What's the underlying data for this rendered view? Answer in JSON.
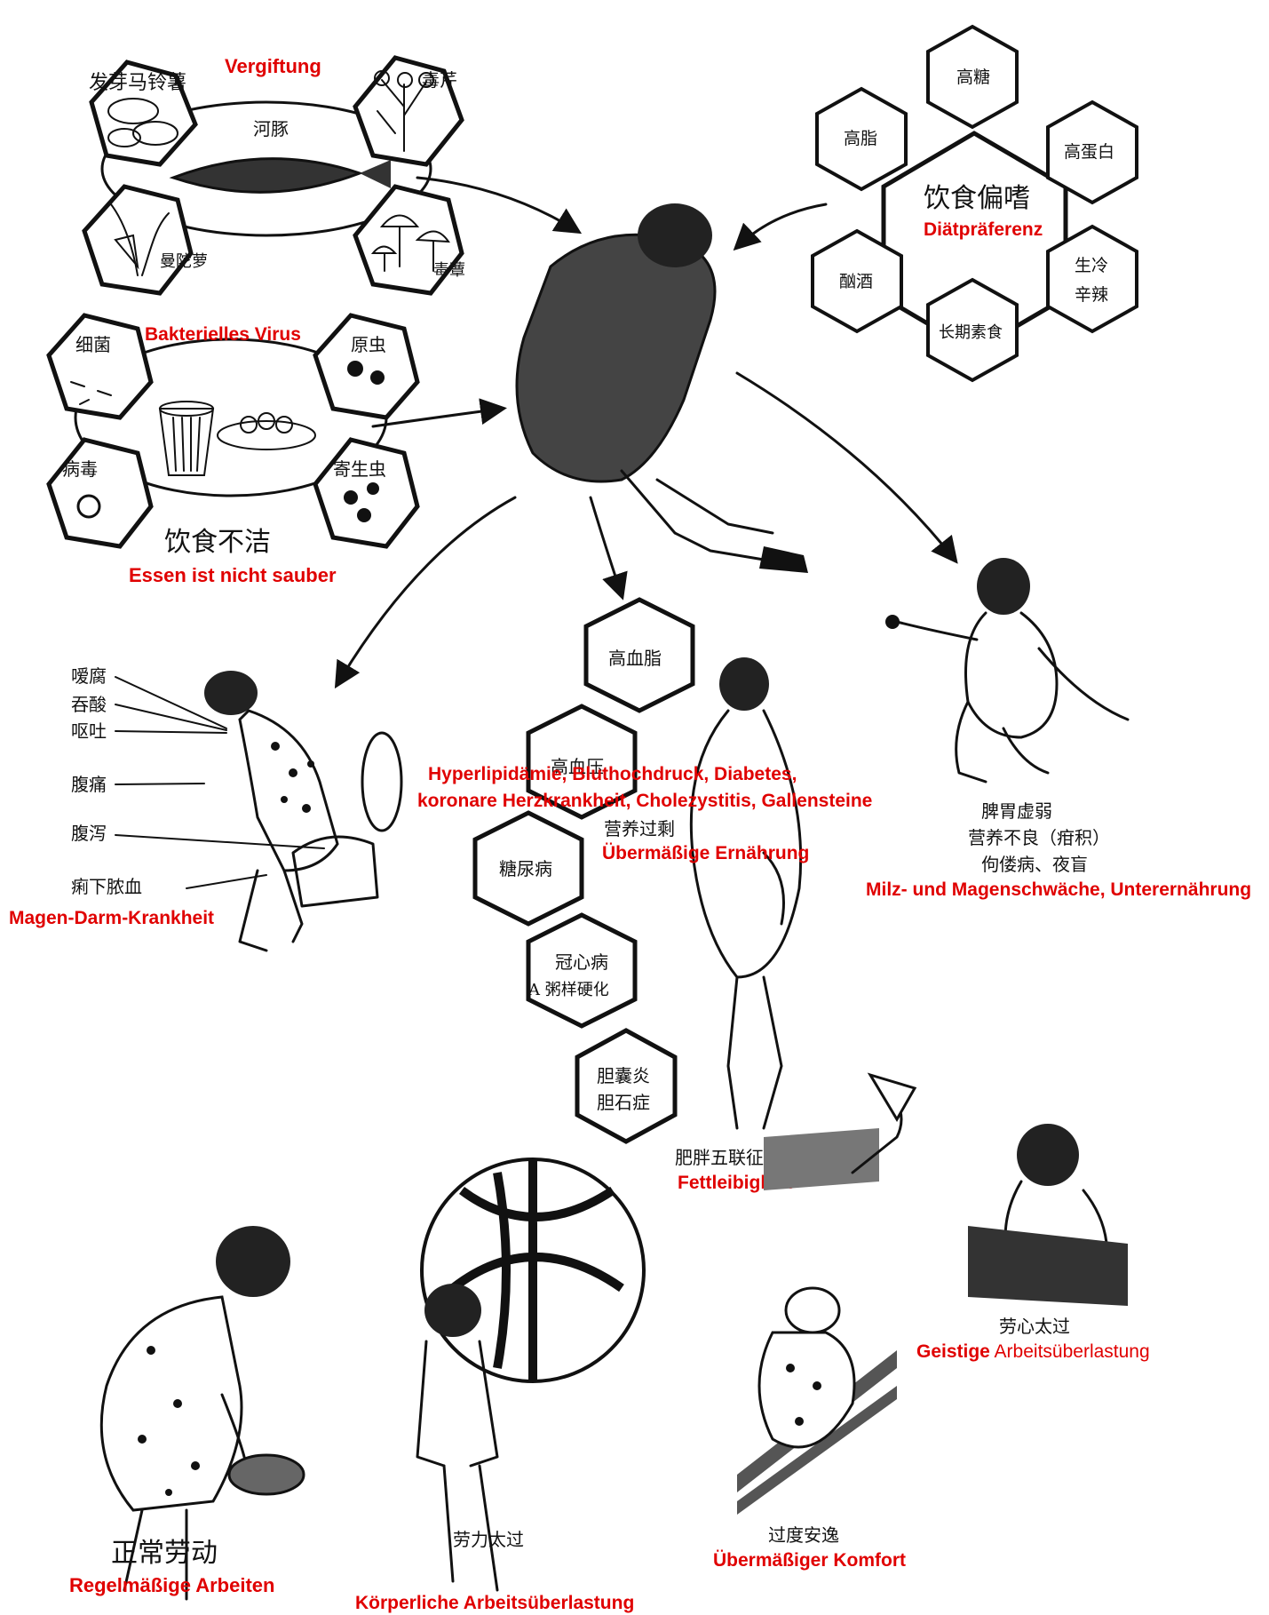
{
  "colors": {
    "annotation": "#e00000",
    "ink": "#111111"
  },
  "poisoning": {
    "de": "Vergiftung",
    "items": [
      "发芽马铃薯",
      "毒芹",
      "河豚",
      "曼陀萝",
      "毒蕈"
    ]
  },
  "preference": {
    "center_zh": "饮食偏嗜",
    "de": "Diätpräferenz",
    "items": [
      "高糖",
      "高脂",
      "高蛋白",
      "酗酒",
      "生冷",
      "辛辣",
      "长期素食"
    ]
  },
  "unclean": {
    "de_pathogen": "Bakterielles Virus",
    "items": [
      "细菌",
      "原虫",
      "病毒",
      "寄生虫"
    ],
    "center_zh": "饮食不洁",
    "de": "Essen ist nicht sauber"
  },
  "gastro": {
    "symptoms": [
      "嗳腐",
      "吞酸",
      "呕吐",
      "腹痛",
      "腹泻",
      "痢下脓血"
    ],
    "de": "Magen-Darm-Krankheit"
  },
  "obesity": {
    "items": [
      "高血脂",
      "高血压",
      "糖尿病",
      "冠心病",
      "A 粥样硬化",
      "胆囊炎",
      "胆石症"
    ],
    "de_diseases_line1": "Hyperlipidämie, Bluthochdruck, Diabetes,",
    "de_diseases_line2": "koronare Herzkrankheit, Cholezystitis, Gallensteine",
    "overnutrition_zh": "营养过剩",
    "overnutrition_de": "Übermäßige Ernährung",
    "caption_zh": "肥胖五联征",
    "caption_de": "Fettleibigkeit"
  },
  "spleen": {
    "zh_line1": "脾胃虚弱",
    "zh_line2": "营养不良（疳积）",
    "zh_line3": "佝偻病、夜盲",
    "de": "Milz- und Magenschwäche, Unterernährung"
  },
  "labor": {
    "normal_zh": "正常劳动",
    "normal_de": "Regelmäßige Arbeiten",
    "physical_zh": "劳力太过",
    "physical_de": "Körperliche Arbeitsüberlastung",
    "comfort_zh": "过度安逸",
    "comfort_de": "Übermäßiger Komfort",
    "mental_zh": "劳心太过",
    "mental_de_bold": "Geistige",
    "mental_de_rest": " Arbeitsüberlastung"
  }
}
